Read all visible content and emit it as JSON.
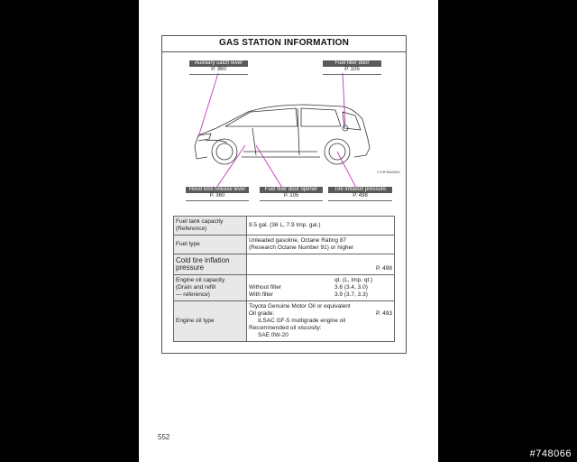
{
  "title": "GAS STATION INFORMATION",
  "labels": {
    "aux_catch": {
      "title": "Auxiliary catch lever",
      "page": "P. 360"
    },
    "fuel_door": {
      "title": "Fuel filler door",
      "page": "P. 105"
    },
    "hood_lock": {
      "title": "Hood lock release lever",
      "page": "P. 360"
    },
    "fuel_opener": {
      "title": "Fuel filler door opener",
      "page": "P. 105"
    },
    "tire_pressure": {
      "title": "Tire inflation pressure",
      "page": "P. 498"
    }
  },
  "illustration_code": "CTHFMA0639",
  "table": {
    "fuel_capacity": {
      "label": "Fuel tank capacity (Reference)",
      "value": "9.5 gal. (36 L, 7.9 Imp. gal.)"
    },
    "fuel_type": {
      "label": "Fuel type",
      "value1": "Unleaded gasoline, Octane Rating 87",
      "value2": "(Research Octane Number 91) or higher"
    },
    "tire": {
      "label": "Cold tire inflation pressure",
      "page": "P. 498"
    },
    "oil_capacity": {
      "label1": "Engine oil capacity",
      "label2": "(Drain and refill",
      "label3": "— reference)",
      "unit": "qt. (L, Imp. qt.)",
      "without_label": "Without filter",
      "without_value": "3.6 (3.4, 3.0)",
      "with_label": "With filter",
      "with_value": "3.9 (3.7, 3.3)"
    },
    "oil_type": {
      "label": "Engine oil type",
      "line1": "Toyota Genuine Motor Oil or equivalent",
      "line2": "Oil grade:",
      "page": "P. 493",
      "line3": "ILSAC GF-5 multigrade engine oil",
      "line4": "Recommended oil viscosity:",
      "line5": "SAE 0W-20"
    }
  },
  "page_number": "552",
  "image_id": "#748066"
}
